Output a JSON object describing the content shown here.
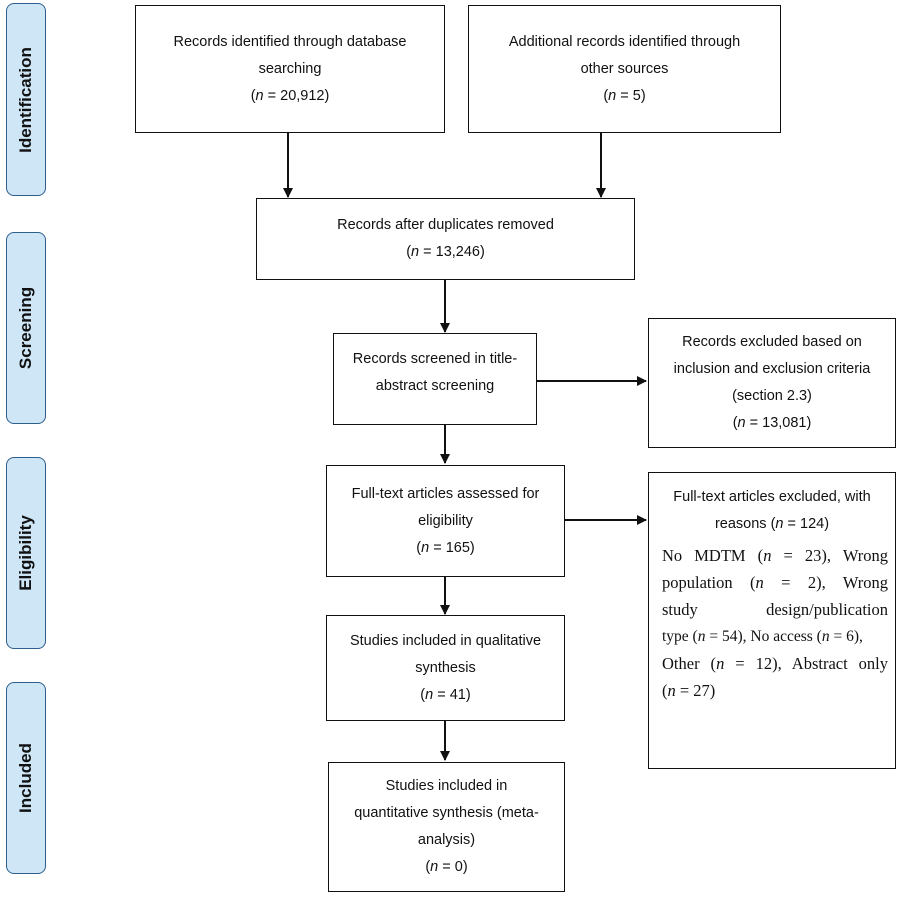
{
  "phases": {
    "identification": "Identification",
    "screening": "Screening",
    "eligibility": "Eligibility",
    "included": "Included"
  },
  "boxes": {
    "database": {
      "line1": "Records identified through database",
      "line2": "searching",
      "n_prefix": "(",
      "n_var": "n",
      "n_suffix": " = 20,912)"
    },
    "other": {
      "line1": "Additional records identified through",
      "line2": "other sources",
      "n_prefix": "(",
      "n_var": "n",
      "n_suffix": " = 5)"
    },
    "dedup": {
      "line1": "Records after duplicates removed",
      "n_prefix": "(",
      "n_var": "n",
      "n_suffix": " = 13,246)"
    },
    "screened": {
      "line1": "Records screened in title-",
      "line2": "abstract screening"
    },
    "excluded_screen": {
      "line1": "Records excluded based on",
      "line2": "inclusion and exclusion criteria",
      "line3": "(section 2.3)",
      "n_prefix": "(",
      "n_var": "n",
      "n_suffix": " = 13,081)"
    },
    "fulltext": {
      "line1": "Full-text articles assessed for",
      "line2": "eligibility",
      "n_prefix": "(",
      "n_var": "n",
      "n_suffix": " = 165)"
    },
    "excluded_fulltext": {
      "line1": "Full-text articles excluded, with",
      "line2_prefix": "reasons (",
      "line2_var": "n",
      "line2_suffix": " = 124)",
      "reasons": [
        {
          "pre": "No MDTM (",
          "var": "n",
          "post": " = 23), Wrong"
        },
        {
          "pre": "population (",
          "var": "n",
          "post": " = 2), Wrong"
        },
        {
          "pre": "study design/publication",
          "var": "",
          "post": ""
        },
        {
          "pre": "type (",
          "var": "n",
          "post": " = 54), No access ("
        },
        {
          "pre": "Other (",
          "var": "n",
          "post": " = 12), Abstract only"
        },
        {
          "pre": "(",
          "var": "n",
          "post": " = 27)"
        }
      ],
      "access_var": "n",
      "access_suffix": " = 6),"
    },
    "qualitative": {
      "line1": "Studies included in qualitative",
      "line2": "synthesis",
      "n_prefix": "(",
      "n_var": "n",
      "n_suffix": " = 41)"
    },
    "quantitative": {
      "line1": "Studies included in",
      "line2": "quantitative synthesis (meta-",
      "line3": "analysis)",
      "n_prefix": "(",
      "n_var": "n",
      "n_suffix": " = 0)"
    }
  }
}
